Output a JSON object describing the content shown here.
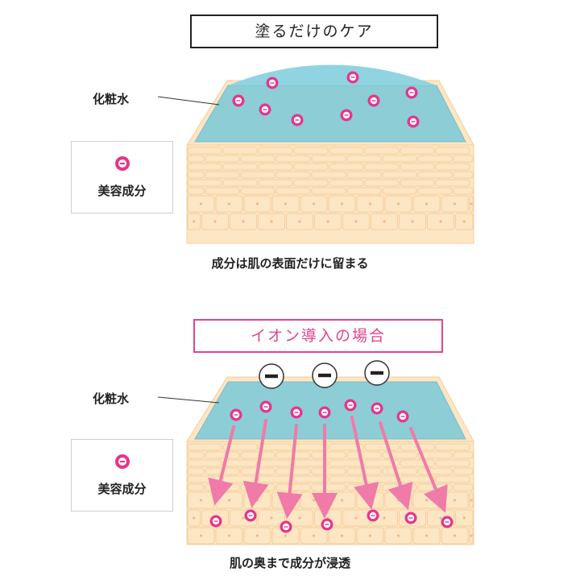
{
  "panel1": {
    "title": "塗るだけのケア",
    "lotion_label": "化粧水",
    "legend_label": "美容成分",
    "caption": "成分は肌の表面だけに留まる"
  },
  "panel2": {
    "title": "イオン導入の場合",
    "lotion_label": "化粧水",
    "legend_label": "美容成分",
    "caption": "肌の奥まで成分が浸透"
  },
  "colors": {
    "lotion": "#8ccdd6",
    "lotion_edge": "#7bbecb",
    "skin": "#fde6c4",
    "skin_border": "#f4cf9c",
    "ion_pink": "#e6358a",
    "arrow": "#f07aa8",
    "title2": "#e0458f"
  }
}
